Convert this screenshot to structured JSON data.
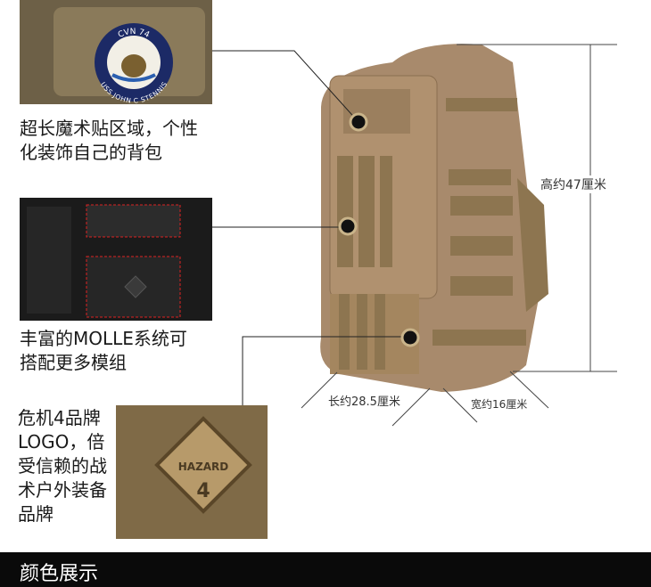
{
  "features": [
    {
      "caption_lines": [
        "超长魔术贴区域，个性",
        "化装饰自己的背包"
      ],
      "photo": "velcro-patch-photo",
      "patch_text": [
        "CVN 74",
        "USS JOHN C STENNIS"
      ]
    },
    {
      "caption_lines": [
        "丰富的MOLLE系统可",
        "搭配更多模组"
      ],
      "photo": "molle-system-photo"
    },
    {
      "caption_lines": [
        "危机4品牌",
        "LOGO，倍",
        "受信赖的战",
        "术户外装备",
        "品牌"
      ],
      "photo": "hazard4-logo-photo",
      "logo_text": [
        "HAZARD",
        "4"
      ]
    }
  ],
  "dimensions": {
    "height": "高约47厘米",
    "length": "长约28.5厘米",
    "width": "宽约16厘米"
  },
  "footer": {
    "title": "颜色展示"
  },
  "colors": {
    "bag": "#a88a6c",
    "strap": "#8d7550",
    "footer": "#0a0a0a"
  }
}
